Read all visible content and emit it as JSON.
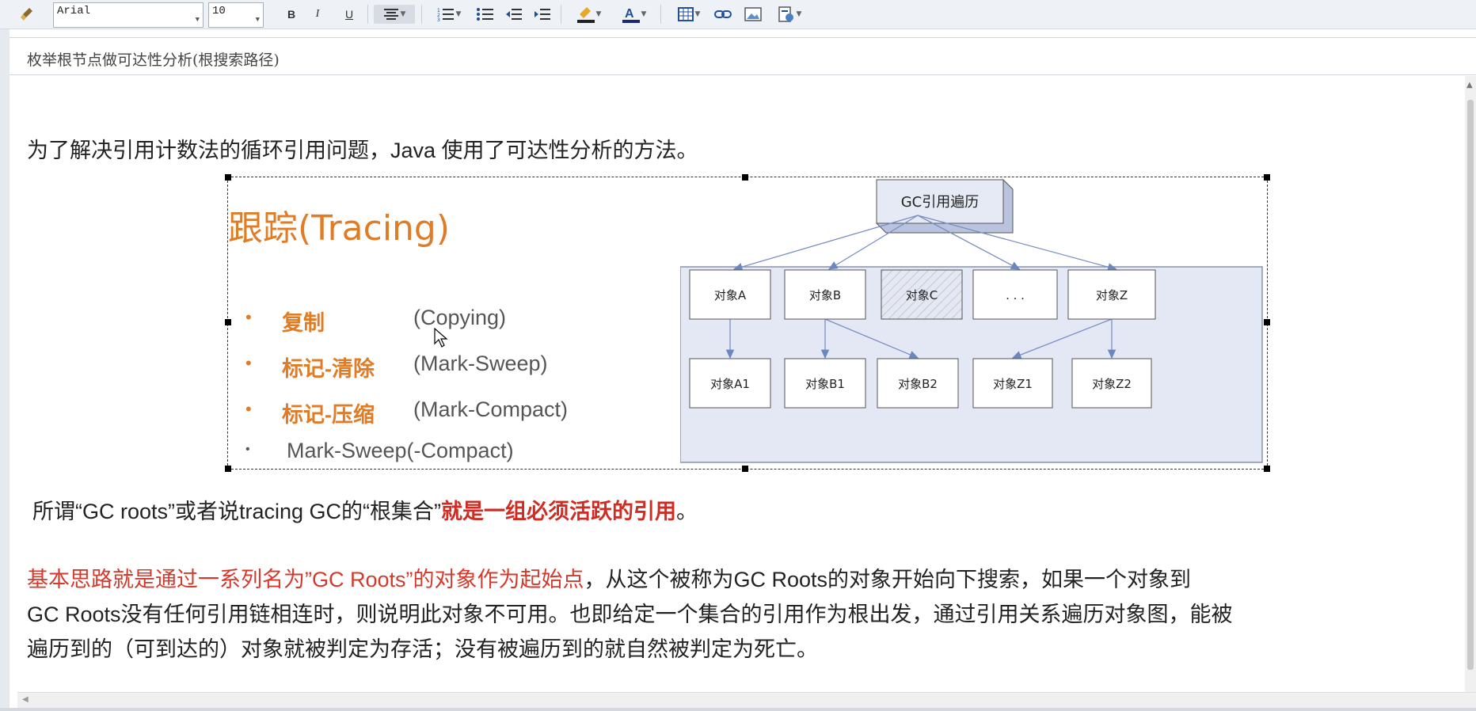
{
  "toolbar": {
    "font_family": "Arial",
    "font_size": "10",
    "bold": "B",
    "italic": "I",
    "underline": "U"
  },
  "subject": "枚举根节点做可达性分析(根搜索路径)",
  "intro": "为了解决引用计数法的循环引用问题，Java 使用了可达性分析的方法。",
  "image": {
    "title": "跟踪(Tracing)",
    "items": [
      {
        "zh": "复制",
        "en": "(Copying)"
      },
      {
        "zh": "标记-清除",
        "en": "(Mark-Sweep)"
      },
      {
        "zh": "标记-压缩",
        "en": "(Mark-Compact)"
      },
      {
        "zh": "",
        "en": "Mark-Sweep(-Compact)"
      }
    ],
    "diagram": {
      "root": "GC引用遍历",
      "row1": [
        "对象A",
        "对象B",
        "对象C",
        ". . .",
        "对象Z"
      ],
      "row2": [
        "对象A1",
        "对象B1",
        "对象B2",
        "对象Z1",
        "对象Z2"
      ]
    }
  },
  "gc_roots_line": {
    "part1": "所谓“GC roots”或者说tracing GC的“根集合”",
    "part2": "就是一组必须活跃的引用",
    "part3": "。"
  },
  "idea": {
    "red": "基本思路就是通过一系列名为”GC Roots”的对象作为起始点",
    "rest1": "，从这个被称为GC Roots的对象开始向下搜索，如果一个对象到",
    "line2": "GC Roots没有任何引用链相连时，则说明此对象不可用。也即给定一个集合的引用作为根出发，通过引用关系遍历对象图，能被",
    "line3": "遍历到的（可到达的）对象就被判定为存活；没有被遍历到的就自然被判定为死亡。"
  },
  "colors": {
    "accent_orange": "#e07c26",
    "red_text": "#d43a2c",
    "diagram_fill": "#e4e8f4"
  }
}
